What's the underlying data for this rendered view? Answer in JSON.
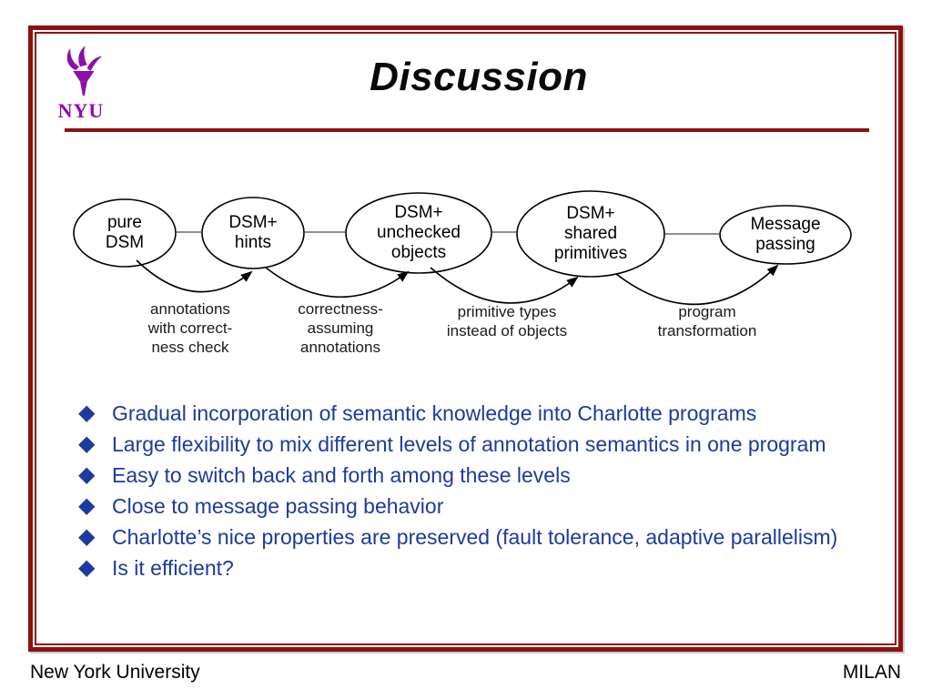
{
  "slide": {
    "title": "Discussion",
    "logo": {
      "text": "NYU"
    },
    "bullet_icon": "◆",
    "footer": {
      "left": "New York University",
      "right": "MILAN"
    }
  },
  "diagram": {
    "nodes": [
      {
        "label": "pure\nDSM"
      },
      {
        "label": "DSM+\nhints"
      },
      {
        "label": "DSM+\nunchecked\nobjects"
      },
      {
        "label": "DSM+\nshared\nprimitives"
      },
      {
        "label": "Message\npassing"
      }
    ],
    "transitions": [
      {
        "label": "annotations\nwith correct-\nness check"
      },
      {
        "label": "correctness-\nassuming\nannotations"
      },
      {
        "label": "primitive types\ninstead of objects"
      },
      {
        "label": "program\ntransformation"
      }
    ]
  },
  "bullets": [
    "Gradual incorporation of semantic knowledge into Charlotte programs",
    "Large flexibility to mix different levels of annotation semantics in one program",
    "Easy to switch back and forth among these levels",
    "Close to message passing behavior",
    "Charlotte’s nice properties are preserved (fault tolerance, adaptive parallelism)",
    "Is it efficient?"
  ],
  "colors": {
    "accent_red": "#8c1212",
    "bullet_blue": "#1d3a9e",
    "logo_purple": "#8d10a8"
  }
}
